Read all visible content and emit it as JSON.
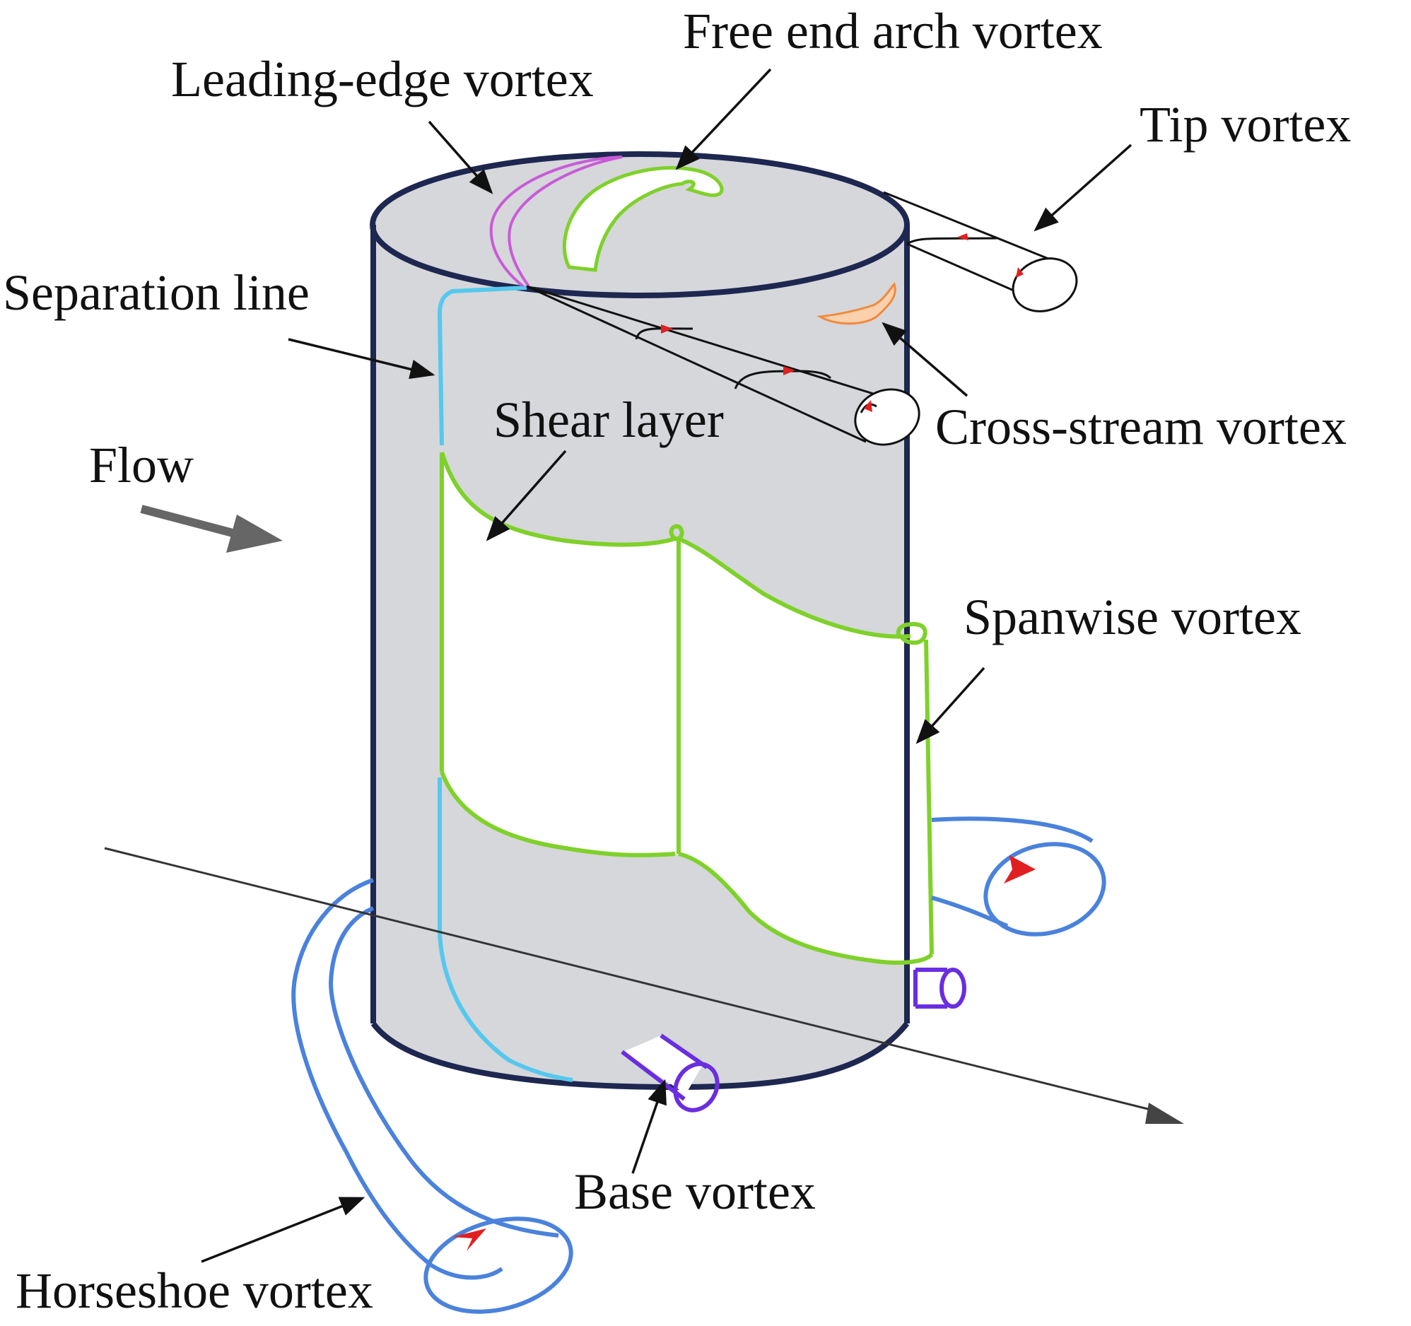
{
  "labels": {
    "free_end_arch_vortex": "Free end arch vortex",
    "leading_edge_vortex": "Leading-edge vortex",
    "tip_vortex": "Tip vortex",
    "separation_line": "Separation line",
    "shear_layer": "Shear layer",
    "cross_stream_vortex": "Cross-stream vortex",
    "flow": "Flow",
    "spanwise_vortex": "Spanwise vortex",
    "base_vortex": "Base vortex",
    "horseshoe_vortex": "Horseshoe vortex"
  },
  "colors": {
    "cylinder_fill": "#d5d7db",
    "cylinder_outline": "#1e2750",
    "shear_layer": "#7fd12a",
    "separation_line": "#56c8ee",
    "leading_edge_vortex": "#c95ad8",
    "cross_stream_vortex": "#f08a3a",
    "horseshoe_vortex": "#4a82dc",
    "base_vortex": "#6a2ee0",
    "rotation_arrow": "#e02020",
    "flow_arrow": "#666666",
    "pointer": "#111111"
  }
}
